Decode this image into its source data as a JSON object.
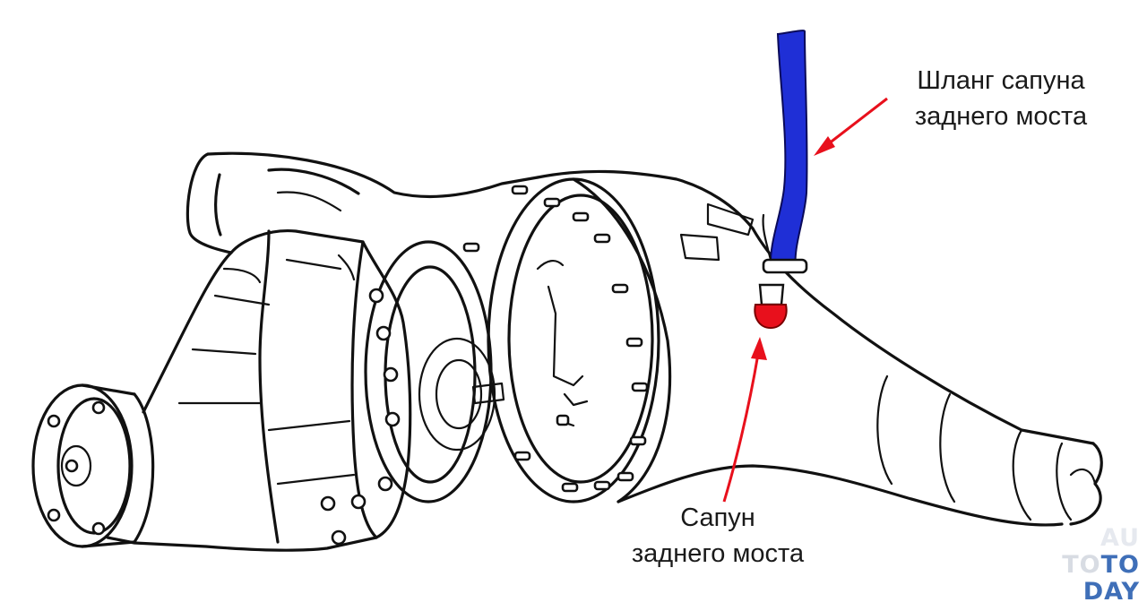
{
  "labels": {
    "hose_line1": "Шланг сапуна",
    "hose_line2": "заднего моста",
    "breather_line1": "Сапун",
    "breather_line2": "заднего моста"
  },
  "watermark": {
    "line1": "AU",
    "line2_a": "TO",
    "line2_b": "TO",
    "line3": "DAY"
  },
  "colors": {
    "hose": "#1f2fd6",
    "breather": "#e8101c",
    "arrow": "#e8101c",
    "outline": "#111111"
  }
}
